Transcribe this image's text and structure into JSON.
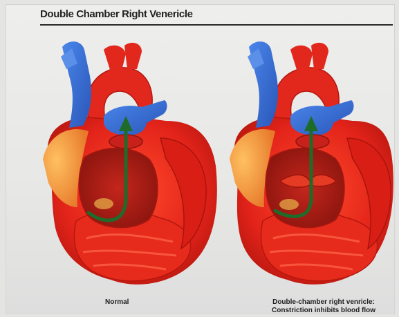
{
  "title": "Double Chamber Right Venericle",
  "captions": {
    "normal": "Normal",
    "dcrv_line1": "Double-chamber right venricle:",
    "dcrv_line2": "Constriction inhibits blood flow"
  },
  "colors": {
    "myocardium": "#e8261a",
    "vessel_blue": "#3b6fd6",
    "flow_arrow": "#1f6b2a",
    "outer_fat": "#f0a24a"
  }
}
